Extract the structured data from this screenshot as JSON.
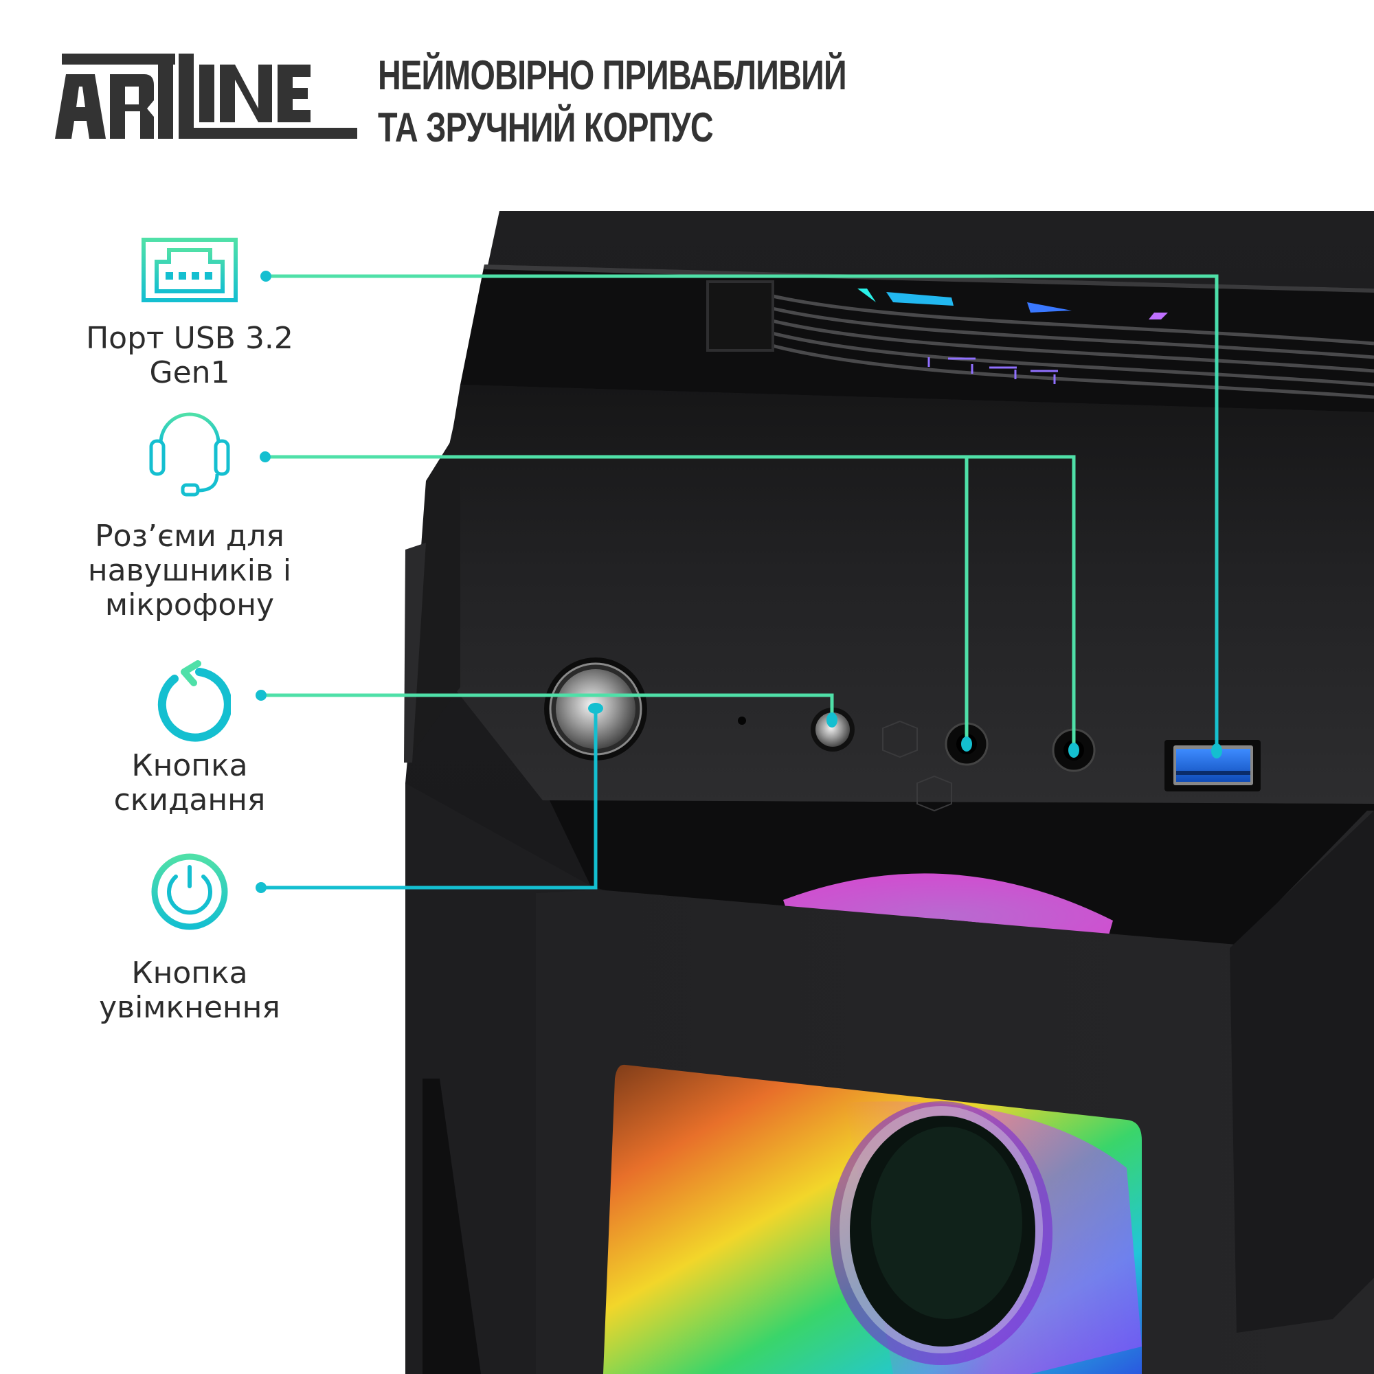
{
  "brand": {
    "logo_text": "ARTLINE"
  },
  "headline": {
    "line1": "НЕЙМОВІРНО ПРИВАБЛИВИЙ",
    "line2": "ТА ЗРУЧНИЙ КОРПУС"
  },
  "features": [
    {
      "icon": "usb-port-icon",
      "lines": [
        "Порт USB 3.2",
        "Gen1"
      ]
    },
    {
      "icon": "headset-icon",
      "lines": [
        "Роз’єми для",
        "навушників і",
        "мікрофону"
      ]
    },
    {
      "icon": "reset-icon",
      "lines": [
        "Кнопка",
        "скидання"
      ]
    },
    {
      "icon": "power-icon",
      "lines": [
        "Кнопка",
        "увімкнення"
      ]
    }
  ],
  "colors": {
    "accent_green": "#4fe0a8",
    "accent_teal": "#14bfd0",
    "text_dark": "#2c2c2c",
    "case_black": "#1c1c1d",
    "usb_blue": "#1a6fe0"
  }
}
